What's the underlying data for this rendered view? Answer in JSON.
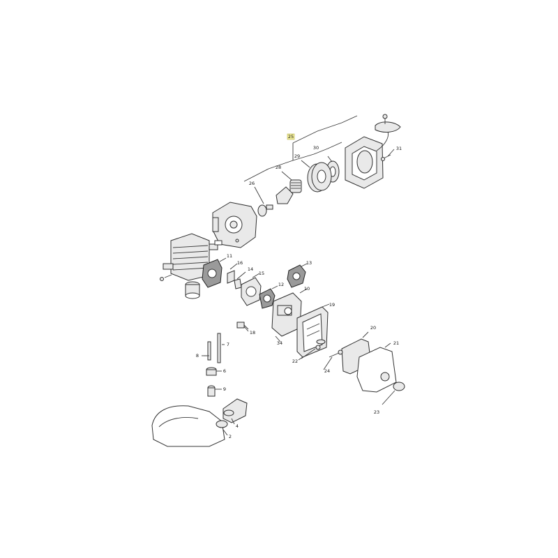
{
  "diagram": {
    "callouts": [
      {
        "id": "c25",
        "text": "25",
        "highlight": true
      },
      {
        "id": "c26",
        "text": "26"
      },
      {
        "id": "c28",
        "text": "28"
      },
      {
        "id": "c29",
        "text": "29"
      },
      {
        "id": "c30",
        "text": "30"
      },
      {
        "id": "c31",
        "text": "31"
      },
      {
        "id": "c11",
        "text": "11"
      },
      {
        "id": "c16",
        "text": "16"
      },
      {
        "id": "c14",
        "text": "14"
      },
      {
        "id": "c15",
        "text": "15"
      },
      {
        "id": "c13",
        "text": "13"
      },
      {
        "id": "c12",
        "text": "12"
      },
      {
        "id": "c10",
        "text": "10"
      },
      {
        "id": "c19",
        "text": "19"
      },
      {
        "id": "c18",
        "text": "18"
      },
      {
        "id": "c34",
        "text": "34"
      },
      {
        "id": "c20",
        "text": "20"
      },
      {
        "id": "c21",
        "text": "21"
      },
      {
        "id": "c22",
        "text": "22"
      },
      {
        "id": "c24",
        "text": "24"
      },
      {
        "id": "c23",
        "text": "23"
      },
      {
        "id": "c7",
        "text": "7"
      },
      {
        "id": "c8",
        "text": "8"
      },
      {
        "id": "c6",
        "text": "6"
      },
      {
        "id": "c9",
        "text": "9"
      },
      {
        "id": "c4",
        "text": "4"
      },
      {
        "id": "c2",
        "text": "2"
      }
    ]
  }
}
